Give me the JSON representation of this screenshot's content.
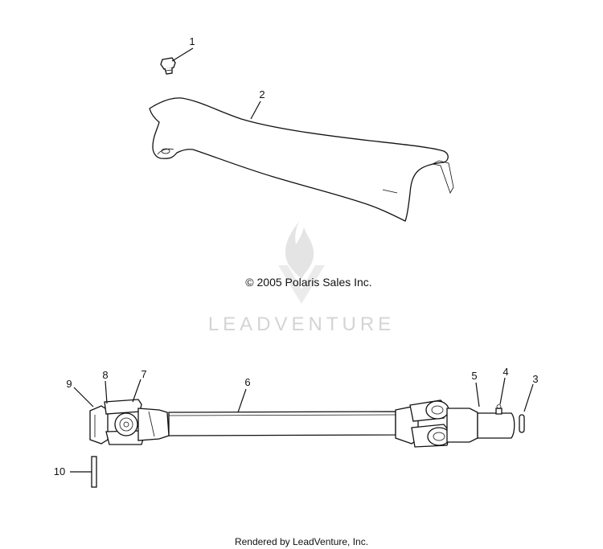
{
  "copyright": "© 2005 Polaris Sales Inc.",
  "watermark": "LEADVENTURE",
  "footer": "Rendered by LeadVenture, Inc.",
  "callouts": [
    "1",
    "2",
    "3",
    "4",
    "5",
    "6",
    "7",
    "8",
    "9",
    "10"
  ],
  "colors": {
    "line": "#111111",
    "watermark": "#d4d4d4",
    "background": "#ffffff"
  }
}
